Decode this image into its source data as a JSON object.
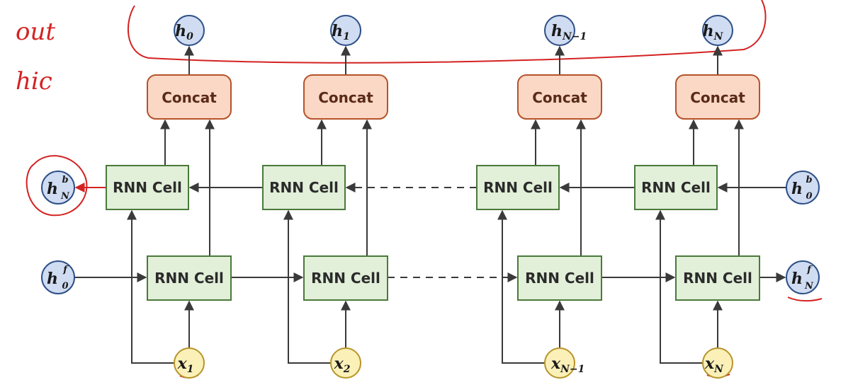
{
  "annotations": {
    "line1": "out",
    "line2": "hic"
  },
  "labels": {
    "concat": "Concat",
    "rnn_cell": "RNN Cell"
  },
  "outputs": [
    {
      "base": "h",
      "sub": "0"
    },
    {
      "base": "h",
      "sub": "1"
    },
    {
      "base": "h",
      "sub": "N−1"
    },
    {
      "base": "h",
      "sub": "N"
    }
  ],
  "inputs": [
    {
      "base": "x",
      "sub": "1"
    },
    {
      "base": "x",
      "sub": "2"
    },
    {
      "base": "x",
      "sub": "N−1"
    },
    {
      "base": "x",
      "sub": "N"
    }
  ],
  "hidden_states": {
    "backward_final": {
      "base": "h",
      "sup": "b",
      "sub": "N"
    },
    "backward_initial": {
      "base": "h",
      "sup": "b",
      "sub": "0"
    },
    "forward_initial": {
      "base": "h",
      "sup": "f",
      "sub": "0"
    },
    "forward_final": {
      "base": "h",
      "sup": "f",
      "sub": "N"
    }
  },
  "colors": {
    "output_node_fill": "#cfdcf2",
    "input_node_fill": "#fbf1b8",
    "input_node_stroke": "#b8942a",
    "concat_fill": "#fad8c5",
    "concat_stroke": "#b5532a",
    "cell_fill": "#e2efd9",
    "cell_stroke": "#4a7a3a",
    "annotation": "#d42222"
  }
}
